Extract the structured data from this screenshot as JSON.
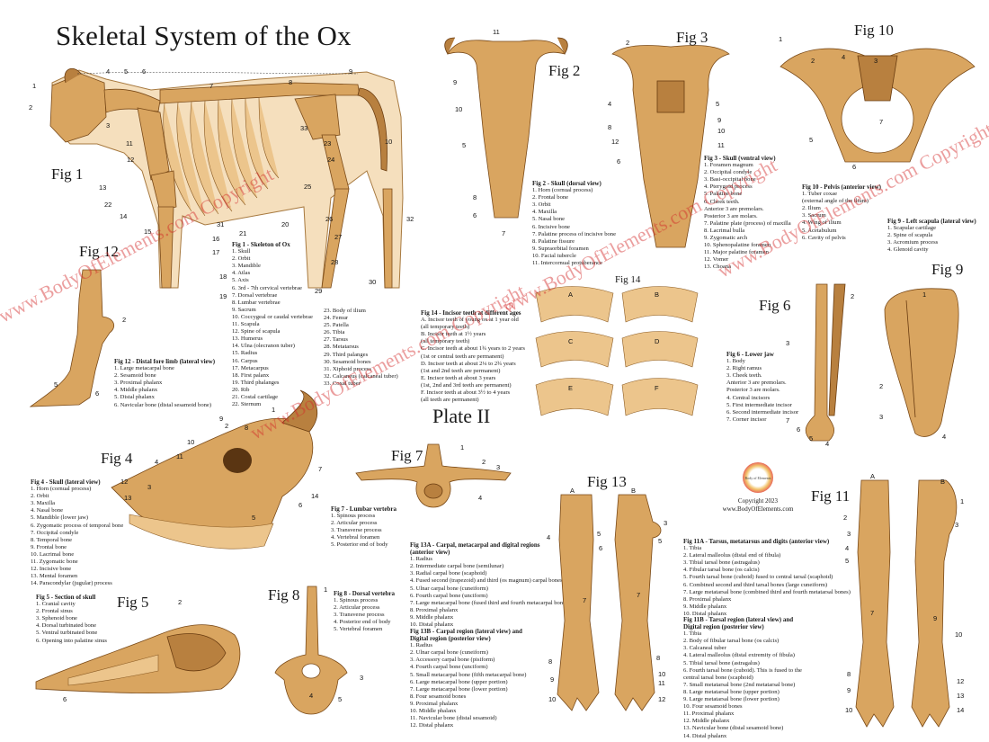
{
  "title": "Skeletal System of the Ox",
  "plate": "Plate II",
  "figures": {
    "fig1": "Fig 1",
    "fig2": "Fig 2",
    "fig3": "Fig 3",
    "fig4": "Fig 4",
    "fig5": "Fig 5",
    "fig6": "Fig 6",
    "fig7": "Fig 7",
    "fig8": "Fig 8",
    "fig9": "Fig 9",
    "fig10": "Fig 10",
    "fig11": "Fig 11",
    "fig12": "Fig 12",
    "fig13": "Fig 13",
    "fig14": "Fig 14"
  },
  "legends": {
    "fig1": {
      "title": "Fig 1 - Skeleton of Ox",
      "col1": [
        "1. Skull",
        "2. Orbit",
        "3. Mandible",
        "4. Atlas",
        "5. Axis",
        "6. 3rd - 7th cervical vertebrae",
        "7. Dorsal vertebrae",
        "8. Lumbar vertebrae",
        "9. Sacrum",
        "10. Coccygeal or caudal vertebrae",
        "11. Scapula",
        "12. Spine of scapula",
        "13. Humerus",
        "14. Ulna (olecranon tuber)",
        "15. Radius",
        "16. Carpus",
        "17. Metacarpus",
        "18. First palanx",
        "19. Third phalanges",
        "20. Rib",
        "21. Costal cartilage",
        "22. Sternum"
      ],
      "col2": [
        "23. Body of ilium",
        "24. Femur",
        "25. Patella",
        "26. Tibia",
        "27. Tarsus",
        "28. Metatarsus",
        "29. Third palanges",
        "30. Sesamoid bones",
        "31. Xiphoid process",
        "32. Calcaneus (calcaneal tuber)",
        "33. Coxal tuber"
      ]
    },
    "fig2": {
      "title": "Fig 2 - Skull (dorsal view)",
      "items": [
        "1. Horn (cornual process)",
        "2. Frontal bone",
        "3. Orbit",
        "4. Maxilla",
        "5. Nasal bone",
        "6. Incisive bone",
        "7. Palatine process of incisive bone",
        "8. Palatine fissure",
        "9. Supraorbital foramen",
        "10. Facial tubercle",
        "11. Intercornual protuberance"
      ]
    },
    "fig3": {
      "title": "Fig 3 - Skull (ventral view)",
      "items": [
        "1. Foramen magnum",
        "2. Occipital condyle",
        "3. Basi-occipital bone",
        "4. Pterygoid process",
        "5. Palatine bone",
        "6. Cheek teeth.",
        "   Anterior 3 are premolars.",
        "   Posterior 3 are molars.",
        "7. Palatine plate (process) of maxilla",
        "8. Lacrimal bulla",
        "9. Zygomatic arch",
        "10. Sphenopalatine foramen",
        "11. Major palatine foramen",
        "12. Vomer",
        "13. Choana"
      ]
    },
    "fig10": {
      "title": "Fig 10 - Pelvis (anterior view)",
      "items": [
        "1. Tuber coxae",
        "   (external angle of the ilium)",
        "2. Ilium",
        "3. Sacrum",
        "4. Wing of ilium",
        "5. Acetabulum",
        "6. Cavity of pelvis"
      ]
    },
    "fig9": {
      "title": "Fig 9 - Left scapula (lateral view)",
      "items": [
        "1. Scapular cartilage",
        "2. Spine of scapula",
        "3. Acromium process",
        "4. Glenoid cavity"
      ]
    },
    "fig12": {
      "title": "Fig 12 - Distal fore limb (lateral view)",
      "items": [
        "1. Large metacarpal bone",
        "2. Sesamoid bone",
        "3. Proximal phalanx",
        "4. Middle phalanx",
        "5. Distal phalanx",
        "6. Navicular bone (distal sesamoid bone)"
      ]
    },
    "fig14": {
      "title": "Fig 14 - Incisor teeth at different ages",
      "items": [
        "A. Incisor teeth of young ox at 1 year old",
        "   (all temporary teeth)",
        "B. Incisor teeth at 1½ years",
        "   (all temporary teeth)",
        "C. Incisor teeth at about 1¾ years to 2 years",
        "   (1st or central teeth are permanent)",
        "D. Incisor teeth at about 2¼ to 2¾ years",
        "   (1st and 2nd teeth are permanent)",
        "E. Incisor teeth at about 3 years",
        "   (1st, 2nd and 3rd teeth are permanent)",
        "F. Incisor teeth at about 3½ to 4 years",
        "   (all teeth are permanent)"
      ]
    },
    "fig6": {
      "title": "Fig 6 - Lower jaw",
      "items": [
        "1. Body",
        "2. Right ramus",
        "3. Cheek teeth.",
        "   Anterior 3 are premolars.",
        "   Posterior 3 are molars.",
        "4. Central incisors",
        "5. First intermediate incisor",
        "6. Second intermediate incisor",
        "7. Corner incisor"
      ]
    },
    "fig4": {
      "title": "Fig 4 - Skull (lateral view)",
      "items": [
        "1. Horn (cornual process)",
        "2. Orbit",
        "3. Maxilla",
        "4. Nasal bone",
        "5. Mandible (lower jaw)",
        "6. Zygomatic process of temporal bone",
        "7. Occipital condyle",
        "8. Temporal bone",
        "9. Frontal bone",
        "10. Lacrimal bone",
        "11. Zygomatic bone",
        "12. Incisive bone",
        "13. Mental foramen",
        "14. Paracondylar (jugular) process"
      ]
    },
    "fig7": {
      "title": "Fig 7 - Lumbar vertebra",
      "items": [
        "1. Spinous process",
        "2. Articular process",
        "3. Transverse process",
        "4. Vertebral foramen",
        "5. Posterior end of body"
      ]
    },
    "fig5": {
      "title": "Fig 5 - Section of skull",
      "items": [
        "1. Cranial cavity",
        "2. Frontal sinus",
        "3. Sphenoid bone",
        "4. Dorsal turbinated bone",
        "5. Ventral turbinated bone",
        "6. Opening into palatine sinus"
      ]
    },
    "fig8": {
      "title": "Fig 8 - Dorsal vertebra",
      "items": [
        "1. Spinous process",
        "2. Articular process",
        "3. Transverse process",
        "4. Posterior end of body",
        "5. Vertebral foramen"
      ]
    },
    "fig13a": {
      "title": "Fig 13A - Carpal, metacarpal and digital regions",
      "subtitle": "(anterior view)",
      "items": [
        "1. Radius",
        "2. Intermediate carpal bone (semilunar)",
        "3. Radial carpal bone (scaphoid)",
        "4. Fused second (trapezoid) and third (os magnum) carpal bones",
        "5. Ulnar carpal bone (cuneiform)",
        "6. Fourth carpal bone (unciform)",
        "7. Large metacarpal bone (fused third and fourth metacarpal bones)",
        "8. Proximal phalanx",
        "9. Middle phalanx",
        "10. Distal phalanx"
      ]
    },
    "fig13b": {
      "title": "Fig 13B - Carpal region (lateral view) and",
      "subtitle": "Digital region (posterior view)",
      "items": [
        "1. Radius",
        "2. Ulnar carpal bone (cuneiform)",
        "3. Accessory carpal bone (pisiform)",
        "4. Fourth carpal bone (unciform)",
        "5. Small metacarpal bone (fifth metacarpal bone)",
        "6. Large metacarpal bone (upper portion)",
        "7. Large metacarpal bone (lower portion)",
        "8. Four sesamoid bones",
        "9. Proximal phalanx",
        "10. Middle phalanx",
        "11. Navicular bone (distal sesamoid)",
        "12. Distal phalanx"
      ]
    },
    "fig11a": {
      "title": "Fig 11A - Tarsus, metatarsus and digits (anterior view)",
      "items": [
        "1. Tibia",
        "2. Lateral malleolus (distal end of fibula)",
        "3. Tibial tarsal bone (astragalus)",
        "4. Fibular tarsal bone (os calcis)",
        "5. Fourth tarsal bone (cuboid) fused to central tarsal (scaphoid)",
        "6. Combined second and third tarsal bones (large cuneiform)",
        "7. Large metatarsal bone (combined third and fourth metatarsal bones)",
        "8. Proximal phalanx",
        "9. Middle phalanx",
        "10. Distal phalanx"
      ]
    },
    "fig11b": {
      "title": "Fig 11B - Tarsal region (lateral view) and",
      "subtitle": "Digital region (posterior view)",
      "items": [
        "1. Tibia",
        "2. Body of fibular tarsal bone (os calcis)",
        "3. Calcaneal tuber",
        "4. Lateral malleolus (distal extremity of fibula)",
        "5. Tibial tarsal bone (astragalus)",
        "6. Fourth tarsal bone (cuboid). This is fused to the",
        "   central tarsal bone (scaphoid)",
        "7. Small metatarsal bone (2nd metatarsal bone)",
        "8. Large metatarsal bone (upper portion)",
        "9. Large metatarsal bone (lower portion)",
        "10. Four sesamoid bones",
        "11. Proximal phalanx",
        "12. Middle phalanx",
        "13. Navicular bone (distal sesamoid bone)",
        "14. Distal phalanx"
      ]
    }
  },
  "fig14_letters": [
    "A",
    "B",
    "C",
    "D",
    "E",
    "F"
  ],
  "fig13_letters": [
    "A",
    "B"
  ],
  "fig11_letters": [
    "A",
    "B"
  ],
  "logo_text": "Body of Elements",
  "copyright": [
    "Copyright 2023",
    "www.BodyOfElements.com"
  ],
  "watermark": "www.BodyOfElements.com Copyright",
  "colors": {
    "bone": "#d9a560",
    "bone_dark": "#b8803f",
    "body_silhouette": "#f5dfbd",
    "watermark": "#d22828"
  }
}
